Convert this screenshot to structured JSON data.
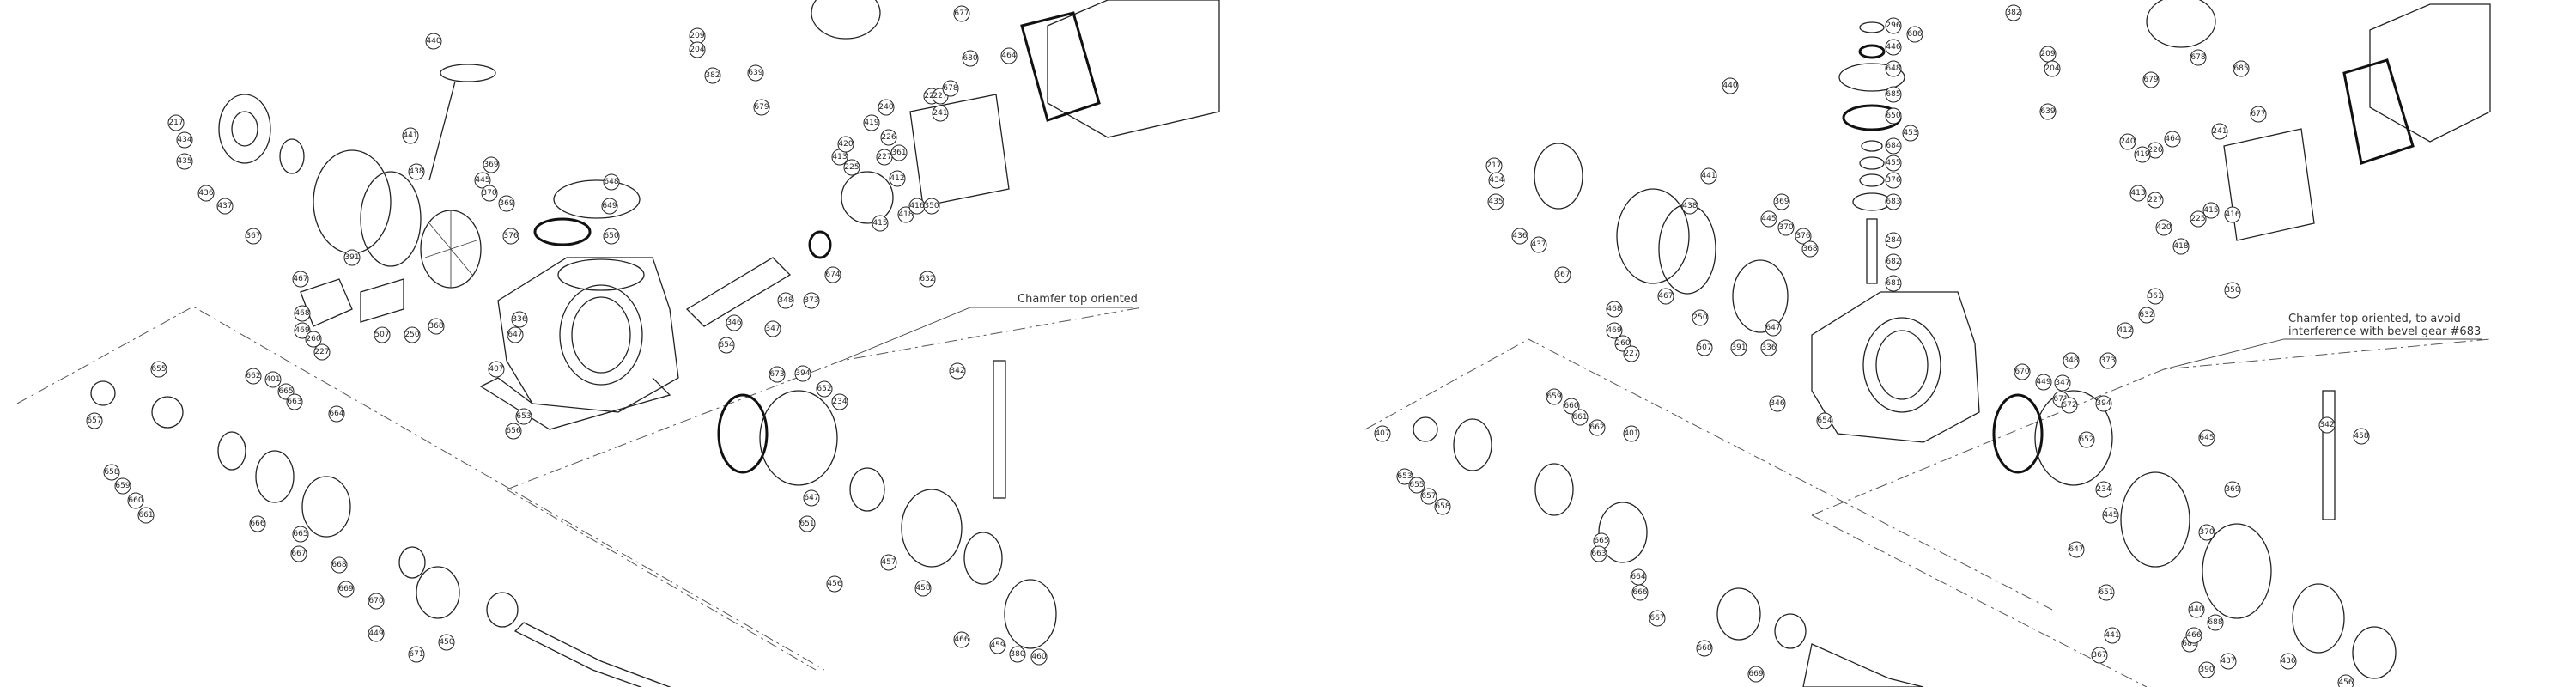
{
  "views": [
    {
      "id": "left-assembly",
      "note_lines": [
        "Chamfer top oriented"
      ],
      "callouts": [
        "440",
        "217",
        "434",
        "435",
        "436",
        "437",
        "367",
        "441",
        "438",
        "369",
        "445",
        "370",
        "369",
        "376",
        "368",
        "391",
        "467",
        "468",
        "469",
        "260",
        "227",
        "507",
        "250",
        "647",
        "336",
        "648",
        "649",
        "650",
        "209",
        "204",
        "382",
        "639",
        "679",
        "680",
        "677",
        "464",
        "226",
        "240",
        "227",
        "678",
        "241",
        "419",
        "413",
        "420",
        "226",
        "227",
        "225",
        "415",
        "418",
        "416",
        "412",
        "350",
        "361",
        "632",
        "674",
        "373",
        "348",
        "347",
        "346",
        "654",
        "407",
        "653",
        "656",
        "655",
        "657",
        "658",
        "659",
        "660",
        "661",
        "662",
        "401",
        "665",
        "663",
        "664",
        "666",
        "665",
        "667",
        "668",
        "669",
        "670",
        "449",
        "671",
        "450",
        "673",
        "394",
        "652",
        "234",
        "647",
        "651",
        "456",
        "457",
        "458",
        "342",
        "466",
        "459",
        "380",
        "460",
        "225"
      ]
    },
    {
      "id": "right-assembly",
      "note_lines": [
        "Chamfer top oriented, to avoid",
        "interference with bevel gear #683"
      ],
      "callouts": [
        "440",
        "217",
        "434",
        "435",
        "436",
        "437",
        "367",
        "441",
        "438",
        "369",
        "445",
        "370",
        "376",
        "368",
        "391",
        "467",
        "468",
        "469",
        "260",
        "227",
        "507",
        "250",
        "647",
        "336",
        "296",
        "686",
        "446",
        "648",
        "685",
        "650",
        "453",
        "684",
        "455",
        "376",
        "683",
        "284",
        "682",
        "681",
        "382",
        "209",
        "204",
        "639",
        "679",
        "685",
        "677",
        "678",
        "241",
        "464",
        "226",
        "227",
        "240",
        "419",
        "413",
        "420",
        "225",
        "415",
        "418",
        "416",
        "350",
        "361",
        "632",
        "412",
        "373",
        "348",
        "347",
        "346",
        "654",
        "407",
        "653",
        "655",
        "657",
        "658",
        "659",
        "660",
        "661",
        "662",
        "401",
        "665",
        "663",
        "664",
        "666",
        "667",
        "668",
        "669",
        "670",
        "449",
        "671",
        "672",
        "394",
        "652",
        "234",
        "647",
        "651",
        "645",
        "370",
        "369",
        "445",
        "441",
        "367",
        "688",
        "689",
        "437",
        "436",
        "456",
        "458",
        "342",
        "440",
        "466",
        "390",
        "507",
        "250"
      ]
    }
  ]
}
